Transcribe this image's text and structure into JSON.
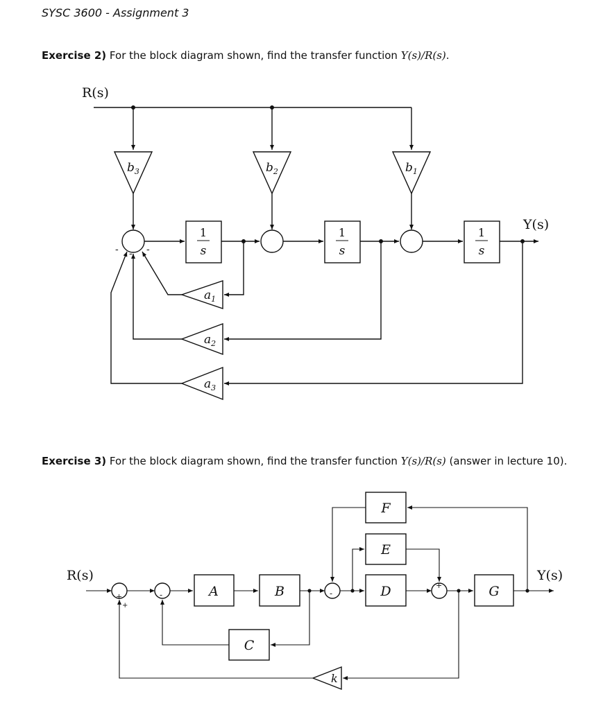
{
  "header": {
    "title": "SYSC 3600 - Assignment 3"
  },
  "exercise2": {
    "label": "Exercise 2)",
    "text_before": " For the block diagram shown, find the transfer function ",
    "expression": "Y(s)/R(s)",
    "text_after": ".",
    "diagram": {
      "input_label": "R(s)",
      "output_label": "Y(s)",
      "gains_b": [
        "b",
        "3",
        "b",
        "2",
        "b",
        "1"
      ],
      "integrator_numerator": "1",
      "integrator_denominator": "s",
      "gains_a": [
        "a",
        "1",
        "a",
        "2",
        "a",
        "3"
      ],
      "sum1_signs": [
        "-",
        "-",
        "-"
      ]
    }
  },
  "exercise3": {
    "label": "Exercise 3)",
    "text_before": " For the block diagram shown, find the transfer function ",
    "expression": "Y(s)/R(s)",
    "text_after": " (answer in lecture 10).",
    "diagram": {
      "input_label": "R(s)",
      "output_label": "Y(s)",
      "blocks": {
        "A": "A",
        "B": "B",
        "C": "C",
        "D": "D",
        "E": "E",
        "F": "F",
        "G": "G"
      },
      "gain_k": "k",
      "signs": {
        "sum1": "+",
        "sum1_bottom": "+",
        "sum2": "-",
        "sum3": "-",
        "sum4": "+"
      }
    }
  }
}
